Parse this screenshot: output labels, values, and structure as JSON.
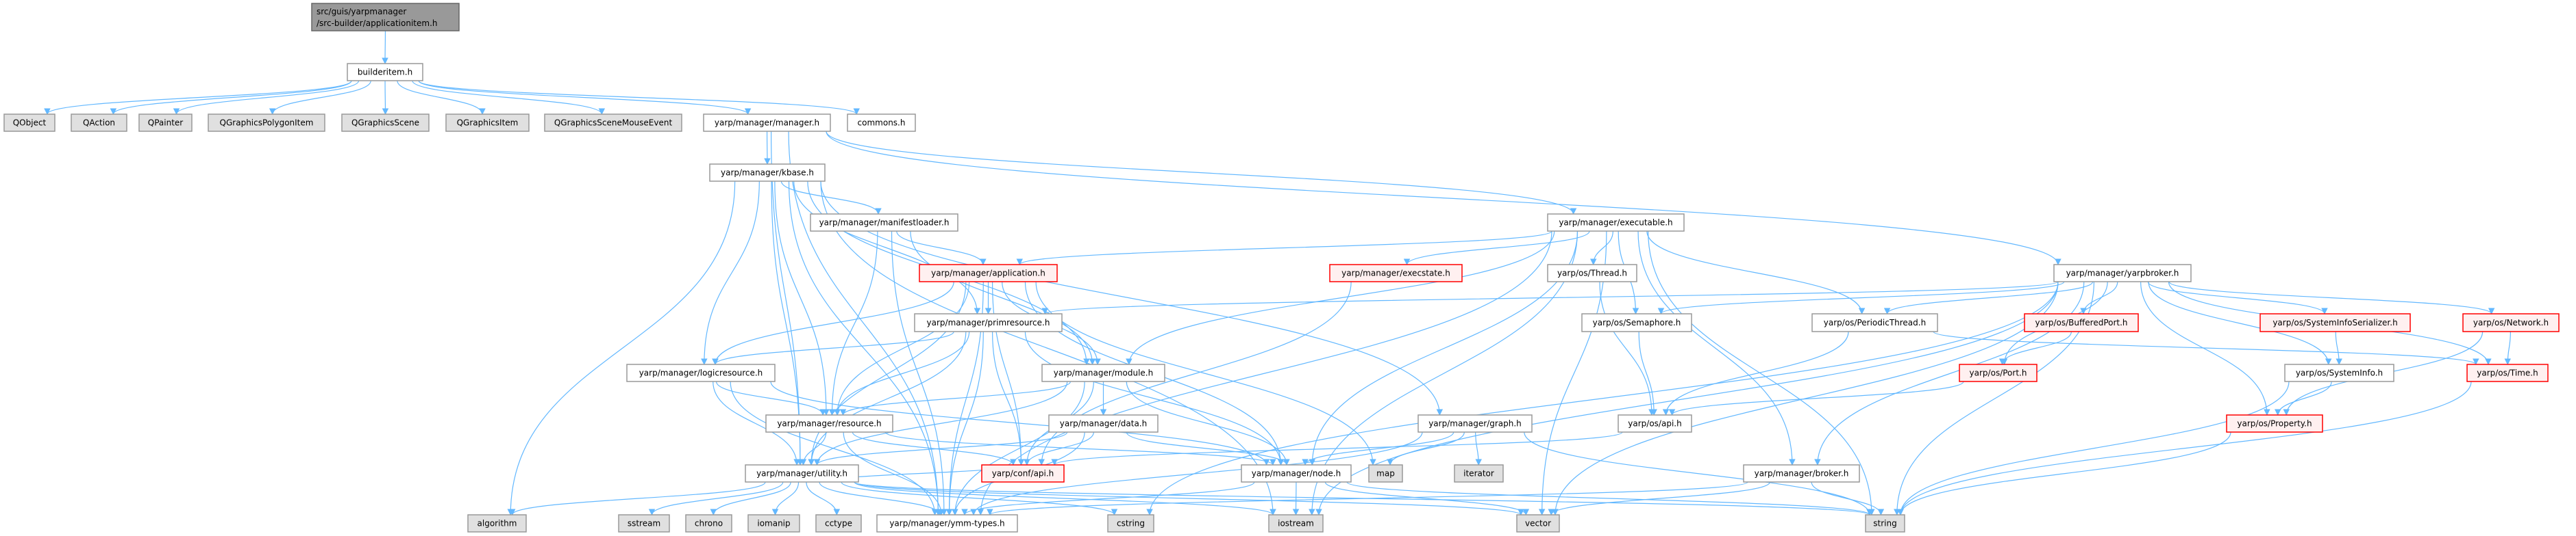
{
  "colors": {
    "edge": "#63b8ff",
    "red_border": "#ff0000",
    "red_fill": "#fff0f0",
    "external_fill": "#e0e0e0",
    "root_fill": "#999999"
  },
  "nodes": [
    {
      "id": "root",
      "label": "src/guis/yarpmanager",
      "label2": "/src-builder/applicationitem.h",
      "style": "root"
    },
    {
      "id": "builderitem",
      "label": "builderitem.h",
      "style": "normal"
    },
    {
      "id": "QObject",
      "label": "QObject",
      "style": "external"
    },
    {
      "id": "QAction",
      "label": "QAction",
      "style": "external"
    },
    {
      "id": "QPainter",
      "label": "QPainter",
      "style": "external"
    },
    {
      "id": "QGraphicsPolygonItem",
      "label": "QGraphicsPolygonItem",
      "style": "external"
    },
    {
      "id": "QGraphicsScene",
      "label": "QGraphicsScene",
      "style": "external"
    },
    {
      "id": "QGraphicsItem",
      "label": "QGraphicsItem",
      "style": "external"
    },
    {
      "id": "QGraphicsSceneMouseEvent",
      "label": "QGraphicsSceneMouseEvent",
      "style": "external"
    },
    {
      "id": "manager",
      "label": "yarp/manager/manager.h",
      "style": "normal"
    },
    {
      "id": "commons",
      "label": "commons.h",
      "style": "normal"
    },
    {
      "id": "kbase",
      "label": "yarp/manager/kbase.h",
      "style": "normal"
    },
    {
      "id": "manifestloader",
      "label": "yarp/manager/manifestloader.h",
      "style": "normal"
    },
    {
      "id": "executable",
      "label": "yarp/manager/executable.h",
      "style": "normal"
    },
    {
      "id": "application",
      "label": "yarp/manager/application.h",
      "style": "red"
    },
    {
      "id": "execstate",
      "label": "yarp/manager/execstate.h",
      "style": "red"
    },
    {
      "id": "thread",
      "label": "yarp/os/Thread.h",
      "style": "normal"
    },
    {
      "id": "yarpbroker",
      "label": "yarp/manager/yarpbroker.h",
      "style": "normal"
    },
    {
      "id": "primresource",
      "label": "yarp/manager/primresource.h",
      "style": "normal"
    },
    {
      "id": "semaphore",
      "label": "yarp/os/Semaphore.h",
      "style": "normal"
    },
    {
      "id": "periodicthread",
      "label": "yarp/os/PeriodicThread.h",
      "style": "normal"
    },
    {
      "id": "bufferedport",
      "label": "yarp/os/BufferedPort.h",
      "style": "red"
    },
    {
      "id": "sysinfoser",
      "label": "yarp/os/SystemInfoSerializer.h",
      "style": "red"
    },
    {
      "id": "network",
      "label": "yarp/os/Network.h",
      "style": "red"
    },
    {
      "id": "logicresource",
      "label": "yarp/manager/logicresource.h",
      "style": "normal"
    },
    {
      "id": "module",
      "label": "yarp/manager/module.h",
      "style": "normal"
    },
    {
      "id": "port",
      "label": "yarp/os/Port.h",
      "style": "red"
    },
    {
      "id": "sysinfo",
      "label": "yarp/os/SystemInfo.h",
      "style": "normal"
    },
    {
      "id": "time",
      "label": "yarp/os/Time.h",
      "style": "red"
    },
    {
      "id": "resource",
      "label": "yarp/manager/resource.h",
      "style": "normal"
    },
    {
      "id": "data",
      "label": "yarp/manager/data.h",
      "style": "normal"
    },
    {
      "id": "graph",
      "label": "yarp/manager/graph.h",
      "style": "normal"
    },
    {
      "id": "osapi",
      "label": "yarp/os/api.h",
      "style": "normal"
    },
    {
      "id": "property",
      "label": "yarp/os/Property.h",
      "style": "red"
    },
    {
      "id": "utility",
      "label": "yarp/manager/utility.h",
      "style": "normal"
    },
    {
      "id": "confapi",
      "label": "yarp/conf/api.h",
      "style": "red"
    },
    {
      "id": "node",
      "label": "yarp/manager/node.h",
      "style": "normal"
    },
    {
      "id": "map",
      "label": "map",
      "style": "external"
    },
    {
      "id": "iterator",
      "label": "iterator",
      "style": "external"
    },
    {
      "id": "broker",
      "label": "yarp/manager/broker.h",
      "style": "normal"
    },
    {
      "id": "algorithm",
      "label": "algorithm",
      "style": "external"
    },
    {
      "id": "sstream",
      "label": "sstream",
      "style": "external"
    },
    {
      "id": "chrono",
      "label": "chrono",
      "style": "external"
    },
    {
      "id": "iomanip",
      "label": "iomanip",
      "style": "external"
    },
    {
      "id": "cctype",
      "label": "cctype",
      "style": "external"
    },
    {
      "id": "ymmtypes",
      "label": "yarp/manager/ymm-types.h",
      "style": "normal"
    },
    {
      "id": "cstring",
      "label": "cstring",
      "style": "external"
    },
    {
      "id": "iostream",
      "label": "iostream",
      "style": "external"
    },
    {
      "id": "vector",
      "label": "vector",
      "style": "external"
    },
    {
      "id": "string",
      "label": "string",
      "style": "external"
    }
  ],
  "edges": [
    [
      "root",
      "builderitem"
    ],
    [
      "builderitem",
      "QObject"
    ],
    [
      "builderitem",
      "QAction"
    ],
    [
      "builderitem",
      "QPainter"
    ],
    [
      "builderitem",
      "QGraphicsPolygonItem"
    ],
    [
      "builderitem",
      "QGraphicsScene"
    ],
    [
      "builderitem",
      "QGraphicsItem"
    ],
    [
      "builderitem",
      "QGraphicsSceneMouseEvent"
    ],
    [
      "builderitem",
      "manager"
    ],
    [
      "builderitem",
      "commons"
    ],
    [
      "manager",
      "kbase"
    ],
    [
      "manager",
      "executable"
    ],
    [
      "manager",
      "yarpbroker"
    ],
    [
      "manager",
      "utility"
    ],
    [
      "manager",
      "ymmtypes"
    ],
    [
      "kbase",
      "manifestloader"
    ],
    [
      "kbase",
      "logicresource"
    ],
    [
      "kbase",
      "resource"
    ],
    [
      "kbase",
      "utility"
    ],
    [
      "kbase",
      "ymmtypes"
    ],
    [
      "kbase",
      "algorithm"
    ],
    [
      "kbase",
      "primresource"
    ],
    [
      "kbase",
      "module"
    ],
    [
      "kbase",
      "graph"
    ],
    [
      "kbase",
      "iostream"
    ],
    [
      "manifestloader",
      "application"
    ],
    [
      "manifestloader",
      "module"
    ],
    [
      "manifestloader",
      "resource"
    ],
    [
      "manifestloader",
      "ymmtypes"
    ],
    [
      "application",
      "primresource"
    ],
    [
      "application",
      "module"
    ],
    [
      "application",
      "logicresource"
    ],
    [
      "application",
      "resource"
    ],
    [
      "application",
      "utility"
    ],
    [
      "application",
      "node"
    ],
    [
      "application",
      "ymmtypes"
    ],
    [
      "application",
      "map"
    ],
    [
      "application",
      "confapi"
    ],
    [
      "primresource",
      "logicresource"
    ],
    [
      "primresource",
      "resource"
    ],
    [
      "primresource",
      "utility"
    ],
    [
      "primresource",
      "node"
    ],
    [
      "primresource",
      "confapi"
    ],
    [
      "primresource",
      "ymmtypes"
    ],
    [
      "logicresource",
      "resource"
    ],
    [
      "logicresource",
      "utility"
    ],
    [
      "logicresource",
      "node"
    ],
    [
      "logicresource",
      "ymmtypes"
    ],
    [
      "resource",
      "utility"
    ],
    [
      "resource",
      "node"
    ],
    [
      "resource",
      "confapi"
    ],
    [
      "resource",
      "ymmtypes"
    ],
    [
      "module",
      "data"
    ],
    [
      "module",
      "utility"
    ],
    [
      "module",
      "node"
    ],
    [
      "module",
      "confapi"
    ],
    [
      "module",
      "ymmtypes"
    ],
    [
      "module",
      "resource"
    ],
    [
      "data",
      "confapi"
    ],
    [
      "data",
      "node"
    ],
    [
      "data",
      "ymmtypes"
    ],
    [
      "data",
      "utility"
    ],
    [
      "graph",
      "node"
    ],
    [
      "graph",
      "map"
    ],
    [
      "graph",
      "iterator"
    ],
    [
      "graph",
      "string"
    ],
    [
      "graph",
      "ymmtypes"
    ],
    [
      "node",
      "ymmtypes"
    ],
    [
      "node",
      "iostream"
    ],
    [
      "node",
      "vector"
    ],
    [
      "node",
      "string"
    ],
    [
      "utility",
      "algorithm"
    ],
    [
      "utility",
      "sstream"
    ],
    [
      "utility",
      "chrono"
    ],
    [
      "utility",
      "iomanip"
    ],
    [
      "utility",
      "cctype"
    ],
    [
      "utility",
      "ymmtypes"
    ],
    [
      "utility",
      "cstring"
    ],
    [
      "utility",
      "iostream"
    ],
    [
      "utility",
      "vector"
    ],
    [
      "utility",
      "string"
    ],
    [
      "utility",
      "confapi"
    ],
    [
      "executable",
      "application"
    ],
    [
      "executable",
      "execstate"
    ],
    [
      "executable",
      "thread"
    ],
    [
      "executable",
      "semaphore"
    ],
    [
      "executable",
      "periodicthread"
    ],
    [
      "executable",
      "broker"
    ],
    [
      "executable",
      "module"
    ],
    [
      "executable",
      "node"
    ],
    [
      "executable",
      "vector"
    ],
    [
      "executable",
      "string"
    ],
    [
      "executable",
      "ymmtypes"
    ],
    [
      "executable",
      "iostream"
    ],
    [
      "execstate",
      "confapi"
    ],
    [
      "thread",
      "osapi"
    ],
    [
      "semaphore",
      "osapi"
    ],
    [
      "periodicthread",
      "osapi"
    ],
    [
      "periodicthread",
      "time"
    ],
    [
      "yarpbroker",
      "primresource"
    ],
    [
      "yarpbroker",
      "semaphore"
    ],
    [
      "yarpbroker",
      "periodicthread"
    ],
    [
      "yarpbroker",
      "bufferedport"
    ],
    [
      "yarpbroker",
      "sysinfoser"
    ],
    [
      "yarpbroker",
      "network"
    ],
    [
      "yarpbroker",
      "port"
    ],
    [
      "yarpbroker",
      "sysinfo"
    ],
    [
      "yarpbroker",
      "time"
    ],
    [
      "yarpbroker",
      "property"
    ],
    [
      "yarpbroker",
      "broker"
    ],
    [
      "yarpbroker",
      "string"
    ],
    [
      "yarpbroker",
      "iostream"
    ],
    [
      "yarpbroker",
      "cstring"
    ],
    [
      "yarpbroker",
      "vector"
    ],
    [
      "bufferedport",
      "port"
    ],
    [
      "port",
      "osapi"
    ],
    [
      "sysinfoser",
      "sysinfo"
    ],
    [
      "sysinfo",
      "property"
    ],
    [
      "sysinfo",
      "string"
    ],
    [
      "network",
      "time"
    ],
    [
      "network",
      "property"
    ],
    [
      "time",
      "string"
    ],
    [
      "property",
      "string"
    ],
    [
      "broker",
      "string"
    ],
    [
      "broker",
      "vector"
    ],
    [
      "broker",
      "ymmtypes"
    ],
    [
      "osapi",
      "confapi"
    ]
  ]
}
